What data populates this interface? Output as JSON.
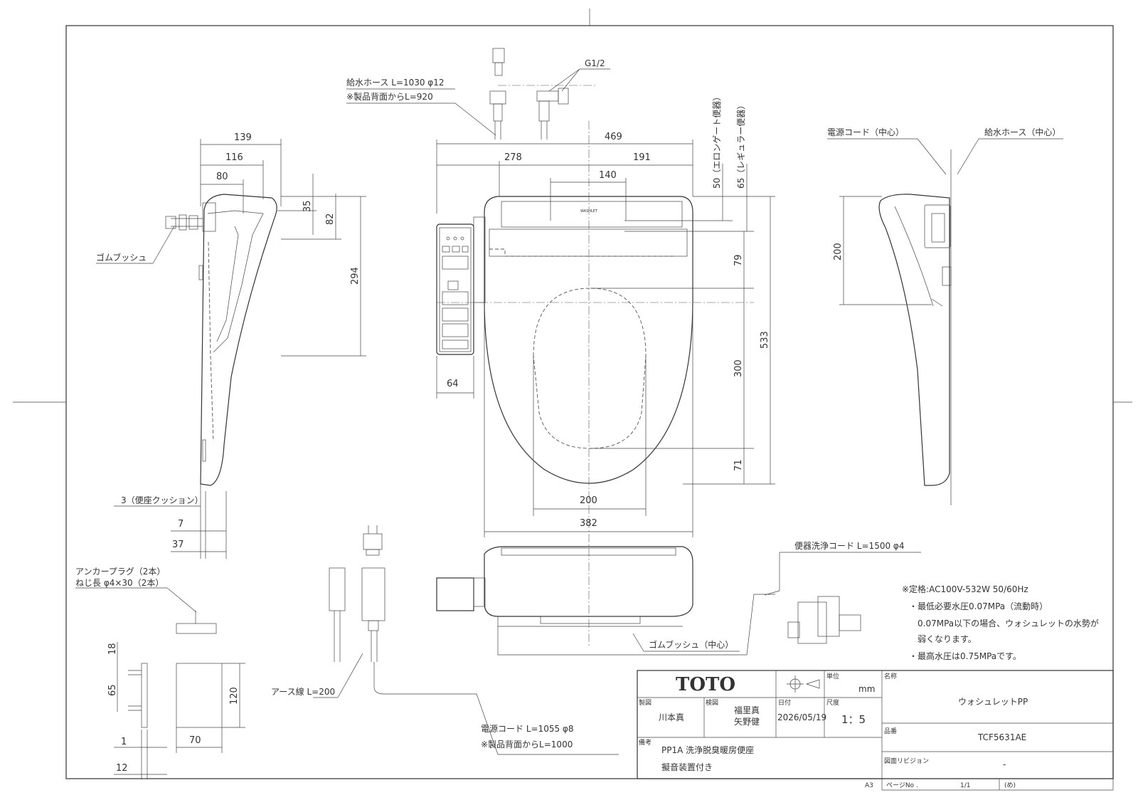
{
  "drawing": {
    "labels": {
      "hose": "給水ホース L=1030 φ12",
      "hose_note": "※製品背面からL=920",
      "g12": "G1/2",
      "rubber1": "ゴムブッシュ",
      "rubber_center": "ゴムブッシュ（中心）",
      "cushion": "3（便座クッション）",
      "anchor1": "アンカープラグ（2本）",
      "anchor2": "ねじ長 φ4×30（2本）",
      "earth": "アース線 L=200",
      "power": "電源コード L=1055 φ8",
      "power_note": "※製品背面からL=1000",
      "bowl_cord": "便器洗浄コード L=1500 φ4",
      "power_center": "電源コード（中心）",
      "hose_center": "給水ホース（中心）",
      "elongated": "50（エロンゲート便器）",
      "regular": "65（レギュラー便器）",
      "spec1": "※定格:AC100V-532W 50/60Hz",
      "spec2": "・最低必要水圧0.07MPa（流動時）",
      "spec3": "0.07MPa以下の場合、ウォシュレットの水勢が",
      "spec4": "弱くなります。",
      "spec5": "・最高水圧は0.75MPaです。"
    },
    "dims": {
      "d139": "139",
      "d116": "116",
      "d80": "80",
      "d35": "35",
      "d82": "82",
      "d294": "294",
      "d7": "7",
      "d37": "37",
      "d469": "469",
      "d278": "278",
      "d191": "191",
      "d140": "140",
      "d64": "64",
      "d79": "79",
      "d300": "300",
      "d71": "71",
      "d533": "533",
      "d200": "200",
      "d382": "382",
      "d200r": "200",
      "d18": "18",
      "d65": "65",
      "d1": "1",
      "d12": "12",
      "d120": "120",
      "d70": "70"
    }
  },
  "title_block": {
    "brand": "TOTO",
    "unit_label": "単位",
    "unit": "mm",
    "drawn_label": "製図",
    "drawn": "川本真",
    "checked_label": "検図",
    "checked1": "福里真",
    "checked2": "矢野健",
    "date_label": "日付",
    "date": "2026/05/19",
    "scale_label": "尺度",
    "scale": "1：5",
    "remarks_label": "備考",
    "remark1": "PP1A 洗浄脱臭暖房便座",
    "remark2": "擬音装置付き",
    "name_label": "名称",
    "name": "ウォシュレットPP",
    "part_label": "品番",
    "part": "TCF5631AE",
    "rev_label": "図面リビジョン",
    "rev": "-",
    "sheet_size": "A3",
    "page_label": "ページNo .",
    "page": "1/1",
    "page_note": "(め)"
  }
}
